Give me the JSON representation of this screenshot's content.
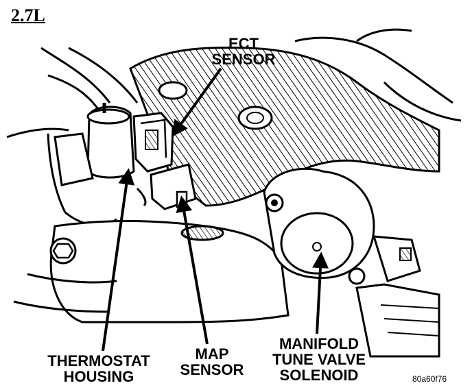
{
  "diagram": {
    "title": "2.7L",
    "reference": "80a60f76",
    "labels": {
      "ect": [
        "ECT",
        "SENSOR"
      ],
      "thermostat": [
        "THERMOSTAT",
        "HOUSING"
      ],
      "map": [
        "MAP",
        "SENSOR"
      ],
      "manifold": [
        "MANIFOLD",
        "TUNE VALVE",
        "SOLENOID"
      ]
    }
  }
}
